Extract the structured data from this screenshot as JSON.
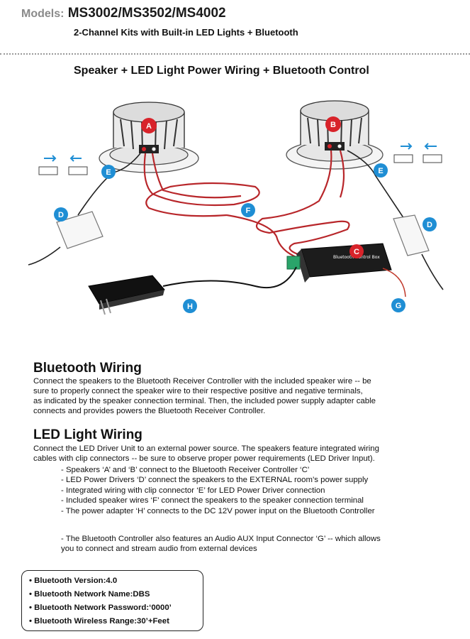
{
  "header": {
    "models_label": "Models:",
    "models_value": "MS3002/MS3502/MS4002",
    "subtitle": "2-Channel Kits with Built-in LED Lights + Bluetooth"
  },
  "diagram": {
    "title": "Speaker + LED Light Power Wiring + Bluetooth Control",
    "callouts": [
      "A",
      "B",
      "C",
      "D",
      "D",
      "E",
      "E",
      "F",
      "G",
      "H"
    ],
    "box_label": "Bluetooth Control Box",
    "colors": {
      "callout_red": "#d8232a",
      "callout_blue": "#1f8ed4",
      "wire_red": "#b8262a"
    }
  },
  "bluetooth_wiring": {
    "title": "Bluetooth Wiring",
    "lines": [
      "Connect the speakers to the Bluetooth Receiver Controller with the included speaker wire -- be",
      "sure to properly connect the speaker wire to their respective positive and negative terminals,",
      "as indicated by the speaker connection terminal. Then, the included power supply adapter cable",
      "connects and provides powers the Bluetooth Receiver Controller."
    ]
  },
  "led_wiring": {
    "title": "LED Light Wiring",
    "lines": [
      "Connect the LED Driver Unit to an external power source. The speakers feature integrated wiring",
      "cables with clip connectors -- be sure to observe proper power requirements (LED Driver Input)."
    ],
    "items": [
      "- Speakers ‘A’ and ‘B’ connect to the Bluetooth Receiver Controller ‘C’",
      "- LED Power Drivers ‘D’ connect the speakers to the EXTERNAL room’s power supply",
      "- Integrated wiring with clip connector ‘E’ for LED Power Driver connection",
      "- Included speaker wires ‘F’ connect the speakers to the speaker connection terminal",
      "- The power adapter ‘H’ connects to the DC 12V power input on the Bluetooth Controller"
    ],
    "aux_lines": [
      "- The Bluetooth Controller also features an Audio AUX Input Connector ‘G’ -- which allows",
      "you to connect and stream audio from external devices"
    ]
  },
  "specs": [
    "• Bluetooth Version:4.0",
    "• Bluetooth Network Name:DBS",
    "• Bluetooth Network Password:‘0000’",
    "• Bluetooth Wireless Range:30’+Feet"
  ]
}
